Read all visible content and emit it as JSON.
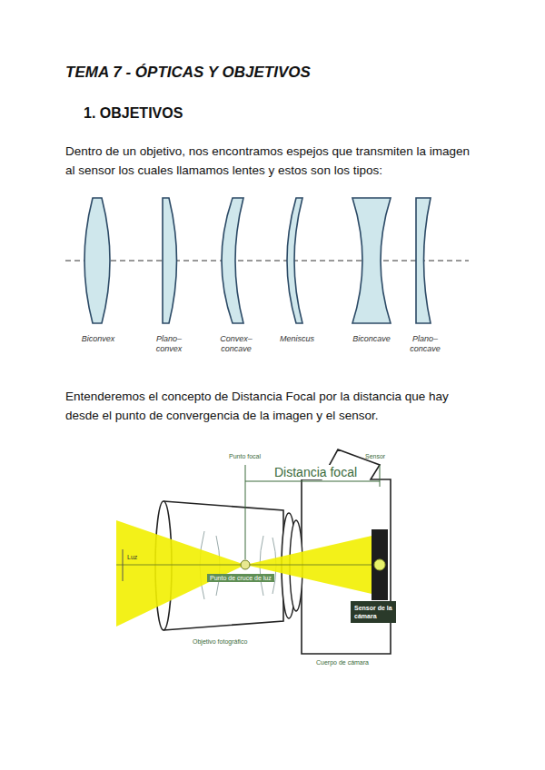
{
  "diagram": {
    "title": "TEMA 7 - ÓPTICAS Y OBJETIVOS",
    "nodes": [
      {
        "text": [
          "Sensor de la cámara"
        ]
      }
    ],
    "labels": [
      "1. OBJETIVOS",
      "Dentro de un objetivo, nos encontramos espejos que transmiten la imagen al sensor los cuales llamamos lentes y estos son los tipos:",
      "Biconvex",
      "Plano– convex",
      "Convex– concave",
      "Meniscus",
      "Biconcave",
      "Plano– concave",
      "Entenderemos el concepto de Distancia Focal por la distancia que hay desde el punto de convergencia de la imagen y el sensor.",
      "Punto focal",
      "Distancia focal",
      "Sensor",
      "Luz",
      "Punto de cruce de luz",
      "Objetivo fotográfico",
      "Cuerpo de cámara"
    ]
  }
}
